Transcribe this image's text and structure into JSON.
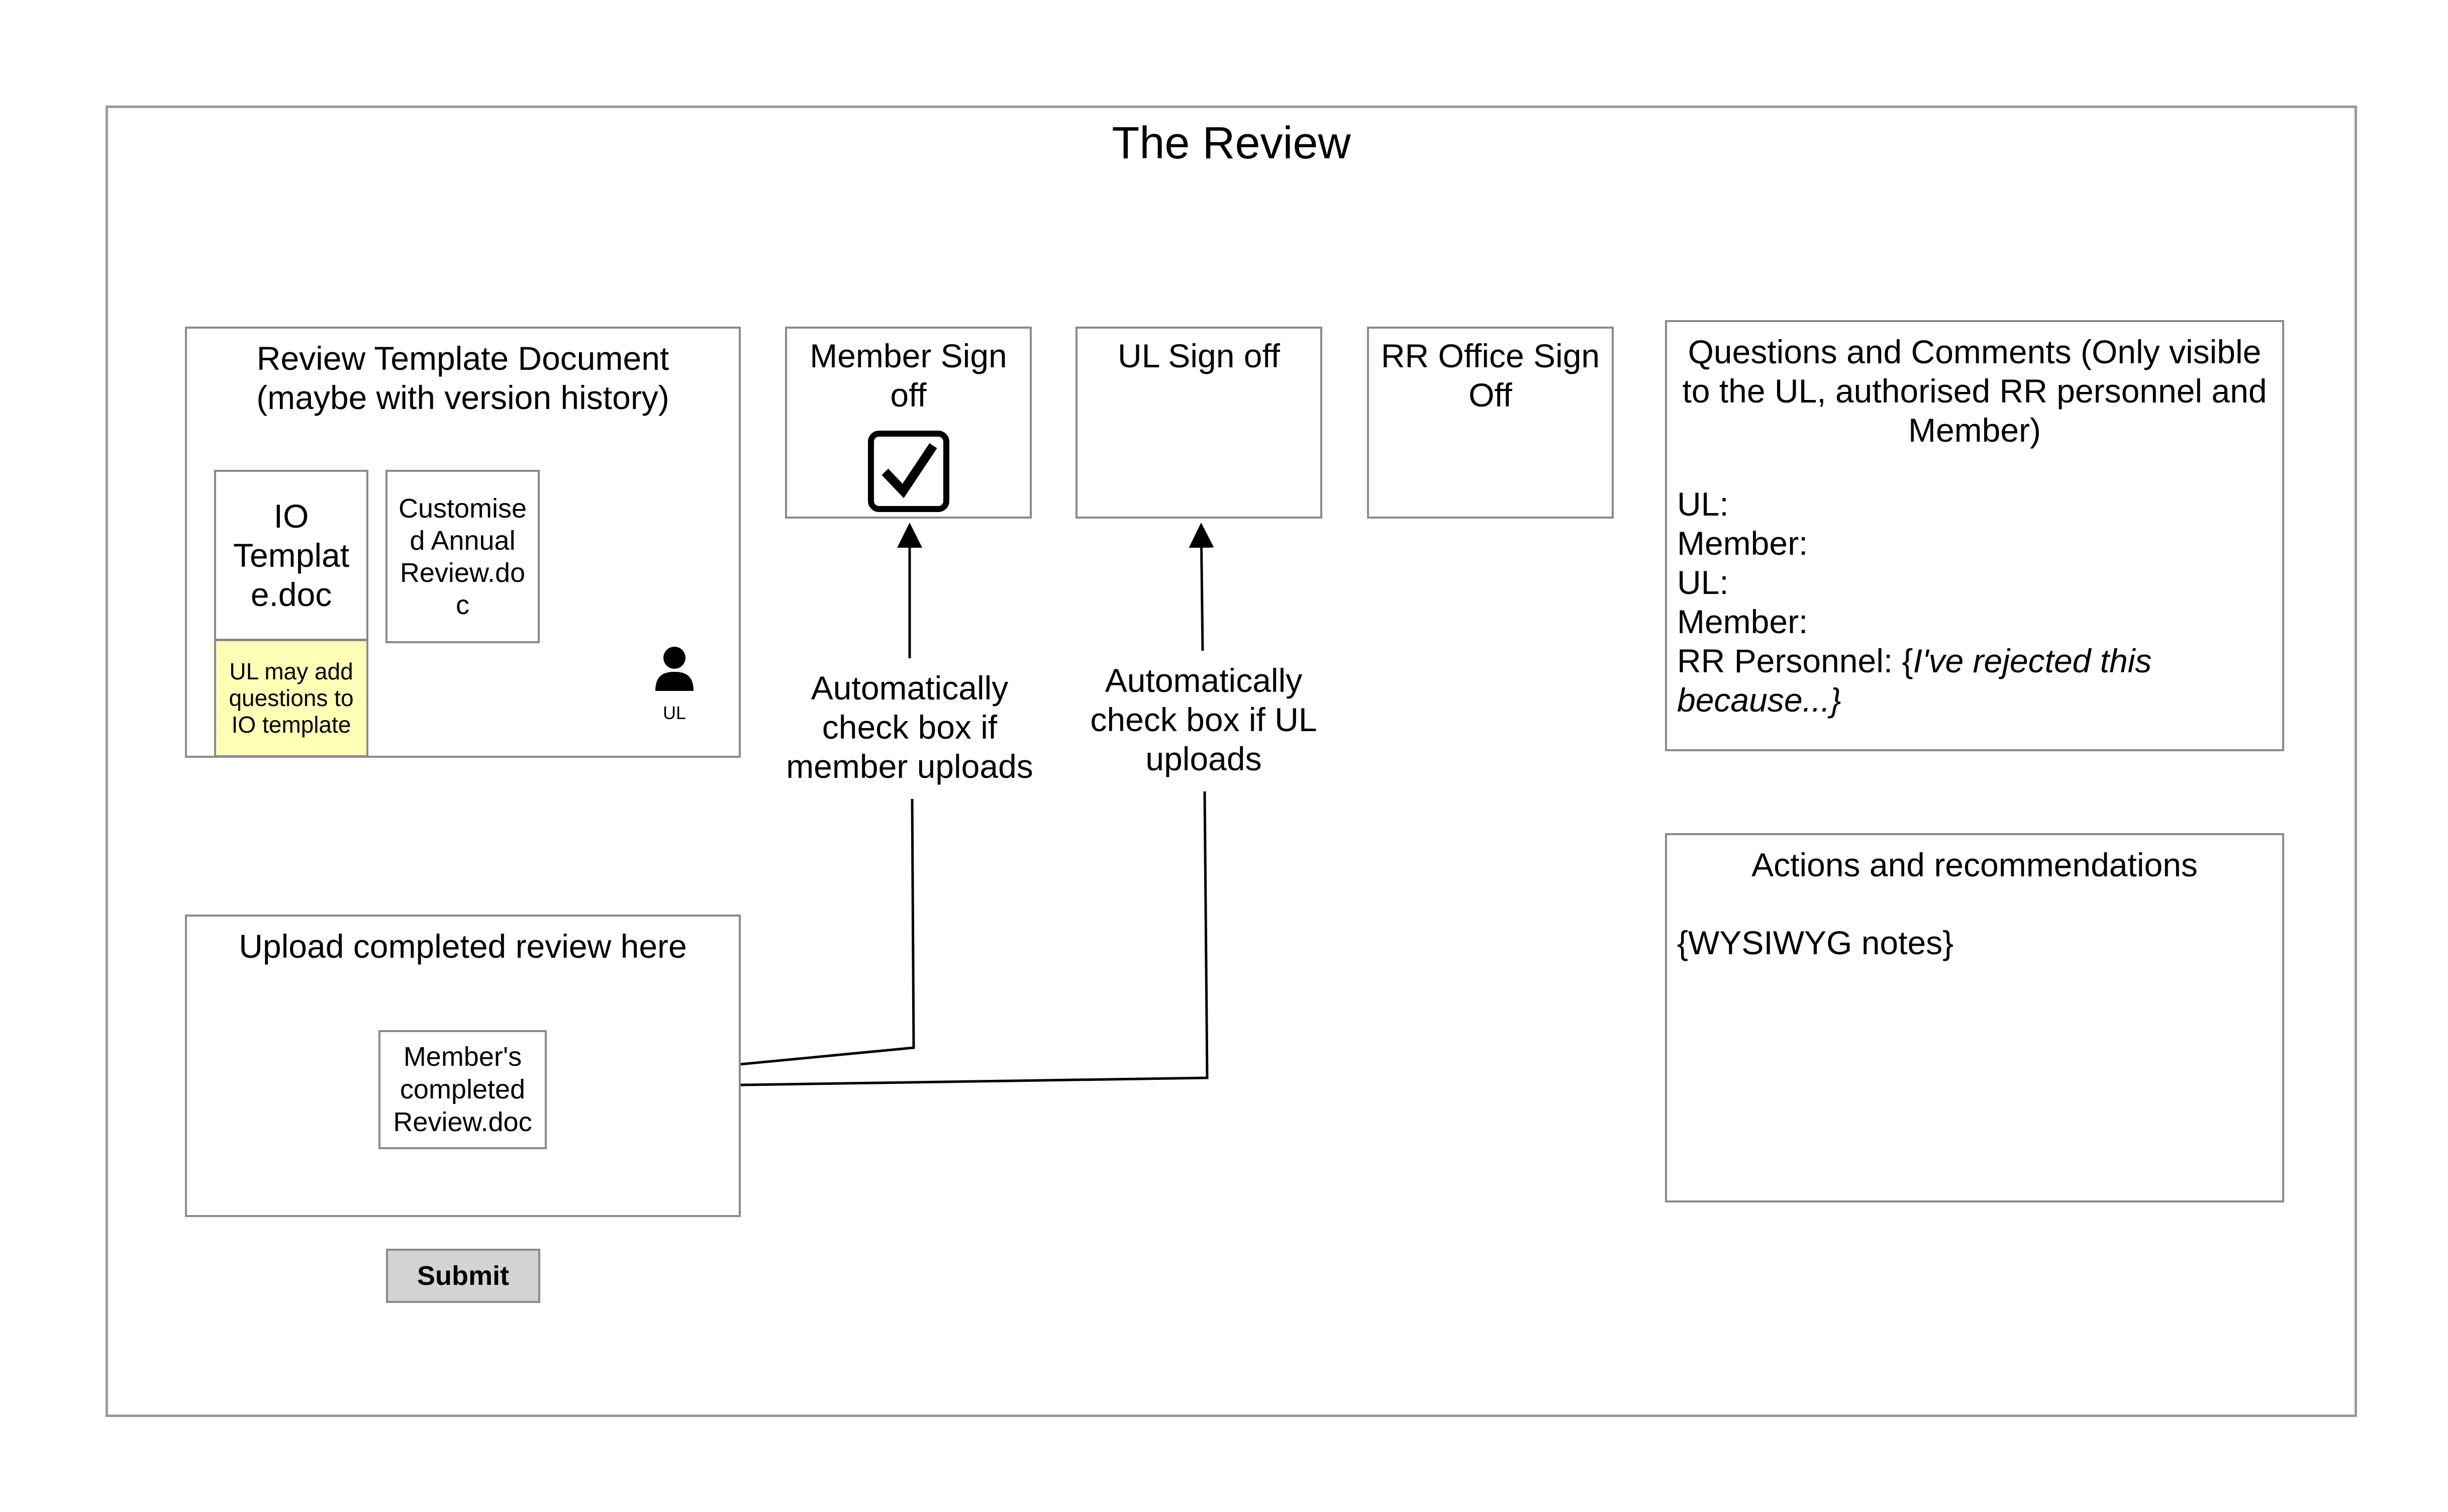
{
  "frame": {
    "title": "The Review"
  },
  "template_panel": {
    "title": "Review Template Document\n(maybe with version history)",
    "io_doc": "IO\nTemplat\ne.doc",
    "io_note": "UL may add\nquestions to\nIO template",
    "custom_doc": "Customise\nd Annual\nReview.do\nc",
    "user_label": "UL"
  },
  "member_signoff": {
    "title": "Member Sign\noff",
    "checked": true
  },
  "ul_signoff": {
    "title": "UL Sign off",
    "checked": false
  },
  "rr_signoff": {
    "title": "RR Office Sign\nOff",
    "checked": false
  },
  "annotations": {
    "member_auto": "Automatically\ncheck box if\nmember uploads",
    "ul_auto": "Automatically\ncheck box if UL\nuploads"
  },
  "upload_panel": {
    "title": "Upload completed review here",
    "file": "Member's\ncompleted\nReview.doc"
  },
  "submit": {
    "label": "Submit"
  },
  "comments": {
    "title": "Questions and Comments (Only visible\nto the UL, authorised RR personnel and\nMember)",
    "lines": [
      "UL:",
      "Member:",
      "UL:",
      "Member:"
    ],
    "rr_prefix": "RR Personnel: {",
    "rr_italic": "I've rejected this\nbecause...}"
  },
  "actions": {
    "title": "Actions and recommendations",
    "body": "{WYSIWYG notes}"
  },
  "colors": {
    "border": "#8a8a8a",
    "note_bg": "#ffffb5",
    "button_bg": "#d3d3d3"
  }
}
